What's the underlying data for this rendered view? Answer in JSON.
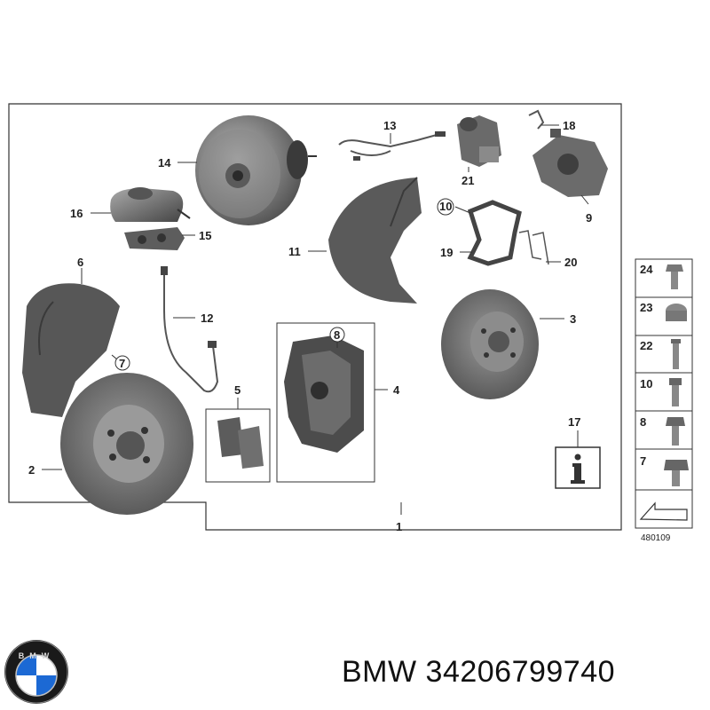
{
  "diagram": {
    "parts": {
      "p1": "1",
      "p2": "2",
      "p3": "3",
      "p4": "4",
      "p5": "5",
      "p6": "6",
      "p7": "7",
      "p8": "8",
      "p9": "9",
      "p10": "10",
      "p11": "11",
      "p12": "12",
      "p13": "13",
      "p14": "14",
      "p15": "15",
      "p16": "16",
      "p17": "17",
      "p18": "18",
      "p19": "19",
      "p20": "20",
      "p21": "21"
    },
    "side_items": [
      "24",
      "23",
      "22",
      "10",
      "8",
      "7"
    ],
    "doc_number": "480109"
  },
  "footer": {
    "brand_text": "BMW 34206799740",
    "logo_letters": "BMW"
  },
  "colors": {
    "part_fill": "#6e6e6e",
    "part_dark": "#3f3f3f",
    "frame": "#333333",
    "bmw_blue": "#1c69d4"
  },
  "icons": [
    "info-icon",
    "arrow-icon",
    "bmw-logo"
  ]
}
